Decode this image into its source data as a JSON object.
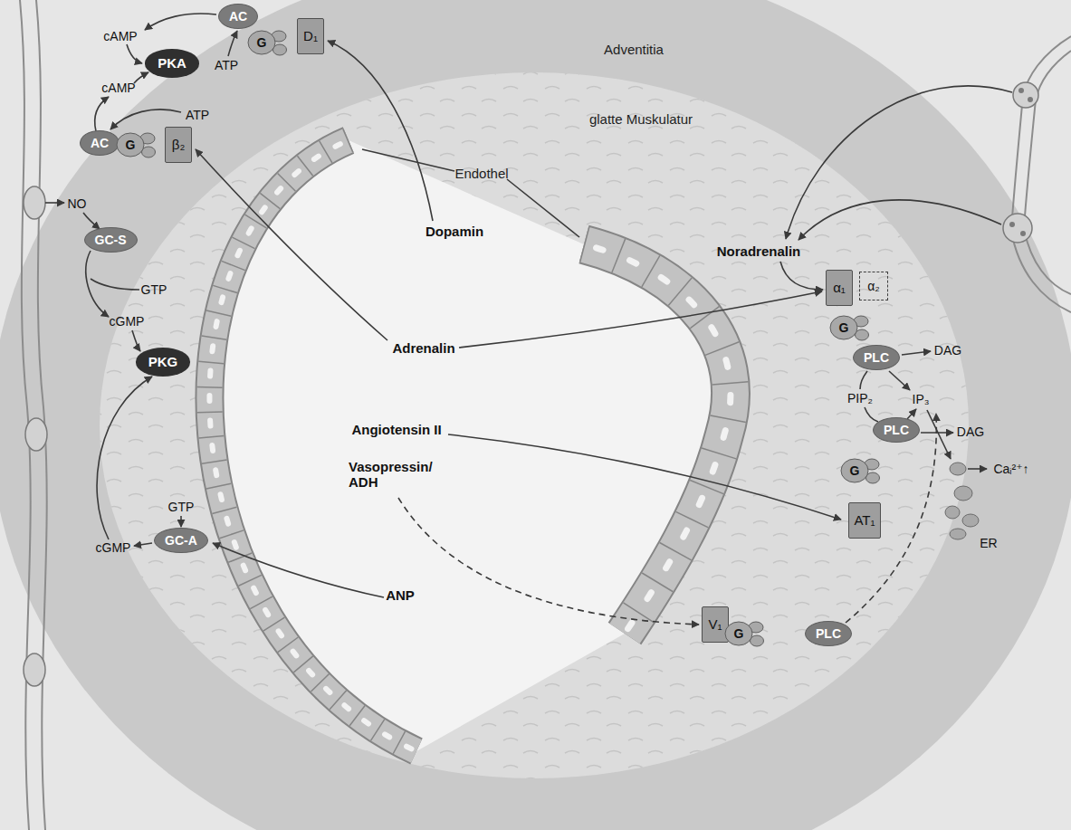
{
  "diagram": {
    "nodes": [
      {
        "text": [
          "AC"
        ]
      },
      {
        "text": [
          "G"
        ]
      },
      {
        "text": [
          "D₁"
        ]
      },
      {
        "text": [
          "PKA"
        ]
      },
      {
        "text": [
          "AC"
        ]
      },
      {
        "text": [
          "G"
        ]
      },
      {
        "text": [
          "β₂"
        ]
      },
      {
        "text": [
          "GC-S"
        ]
      },
      {
        "text": [
          "α₁"
        ]
      },
      {
        "text": [
          "α₂"
        ]
      },
      {
        "text": [
          "G"
        ]
      },
      {
        "text": [
          "PLC"
        ]
      },
      {
        "text": [
          "PKG"
        ]
      },
      {
        "text": [
          "PLC"
        ]
      },
      {
        "text": [
          "G"
        ]
      },
      {
        "text": [
          "AT₁"
        ]
      },
      {
        "text": [
          "GC-A"
        ]
      },
      {
        "text": [
          "V₁"
        ]
      },
      {
        "text": [
          "G"
        ]
      },
      {
        "text": [
          "PLC"
        ]
      }
    ],
    "labels": [
      "Adventitia",
      "glatte Muskulatur",
      "Endothel",
      "Dopamin",
      "Adrenalin",
      "Noradrenalin",
      "Angiotensin II",
      "Vasopressin/ ADH",
      "ANP",
      "cAMP",
      "ATP",
      "cAMP",
      "ATP",
      "NO",
      "GTP",
      "cGMP",
      "GTP",
      "cGMP",
      "DAG",
      "PIP₂",
      "IP₃",
      "DAG",
      "Caᵢ²⁺↑",
      "ER"
    ]
  }
}
